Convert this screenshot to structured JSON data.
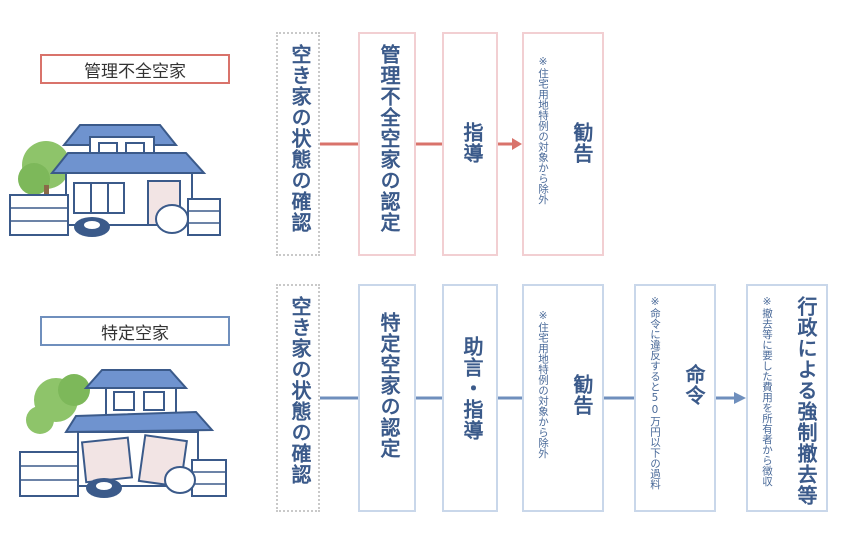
{
  "rows": [
    {
      "label": "管理不全空家",
      "accent": "#d9736b",
      "steps": [
        {
          "title": "空き家の状態の確認"
        },
        {
          "title": "管理不全空家の認定"
        },
        {
          "title": "指導"
        },
        {
          "note": "※住宅用地特例の対象から除外",
          "title": "勧告"
        }
      ]
    },
    {
      "label": "特定空家",
      "accent": "#6f8fbd",
      "steps": [
        {
          "title": "空き家の状態の確認"
        },
        {
          "title": "特定空家の認定"
        },
        {
          "title": "助言・指導"
        },
        {
          "note": "※住宅用地特例の対象から除外",
          "title": "勧告"
        },
        {
          "note": "※命令に違反すると50万円以下の過料",
          "title": "命令"
        },
        {
          "note": "※撤去等に要した費用を所有者から徴収",
          "title": "行政による強制撤去等"
        }
      ]
    }
  ],
  "colors": {
    "pink_border": "#f2cfd2",
    "blue_border": "#c9d7ea",
    "text": "#3b5a8a",
    "red_line": "#d9736b",
    "blue_line": "#6f8fbd"
  },
  "icons": [
    "house-managed-icon",
    "house-specified-icon"
  ]
}
